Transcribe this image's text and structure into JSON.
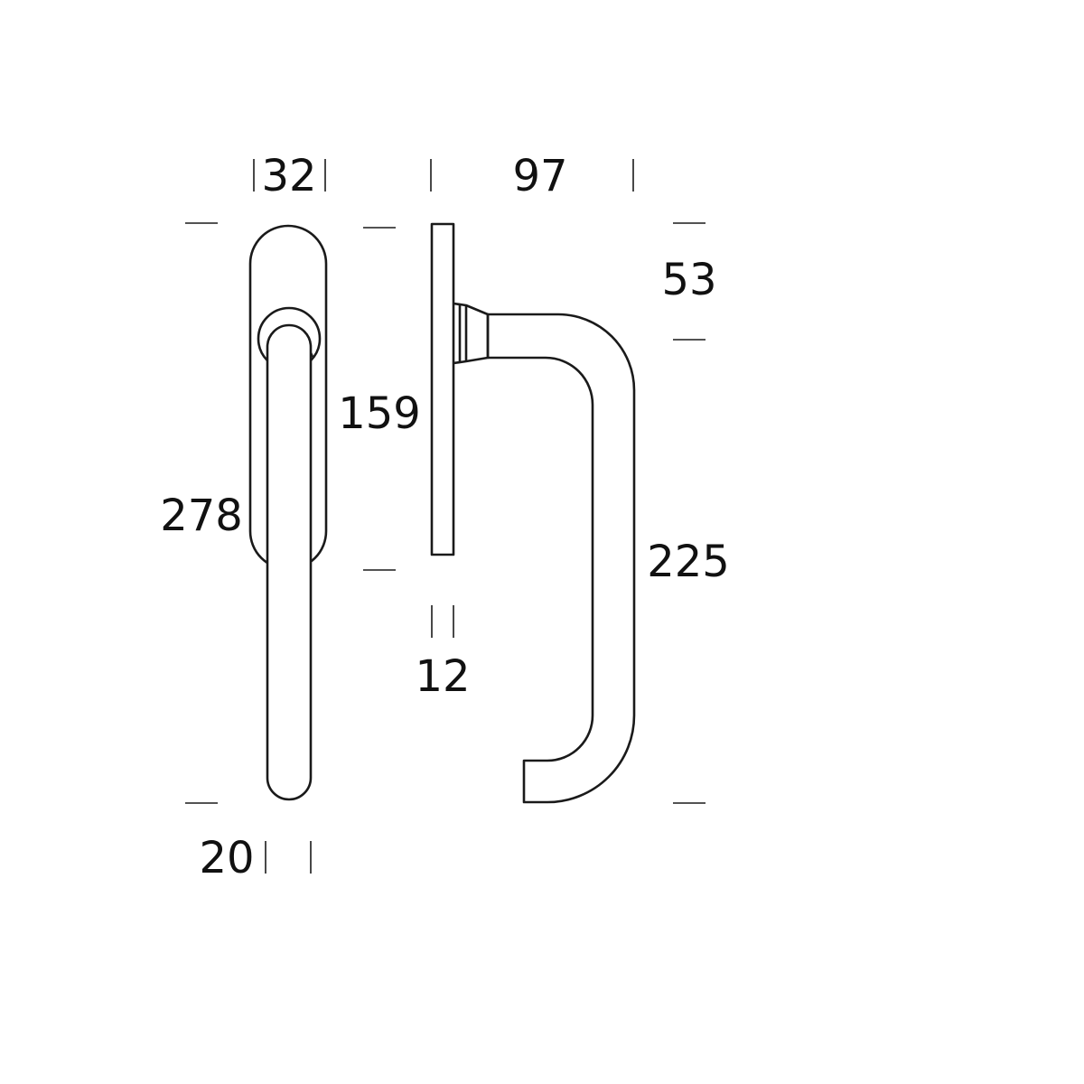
{
  "dimensions": {
    "front_plate_width": "32",
    "front_lever_width": "20",
    "front_total_height": "278",
    "plate_height": "159",
    "side_plate_thickness": "12",
    "side_projection": "97",
    "spindle_height": "53",
    "lever_drop": "225"
  },
  "colors": {
    "background": "#ffffff",
    "line": "#1a1a1a"
  }
}
